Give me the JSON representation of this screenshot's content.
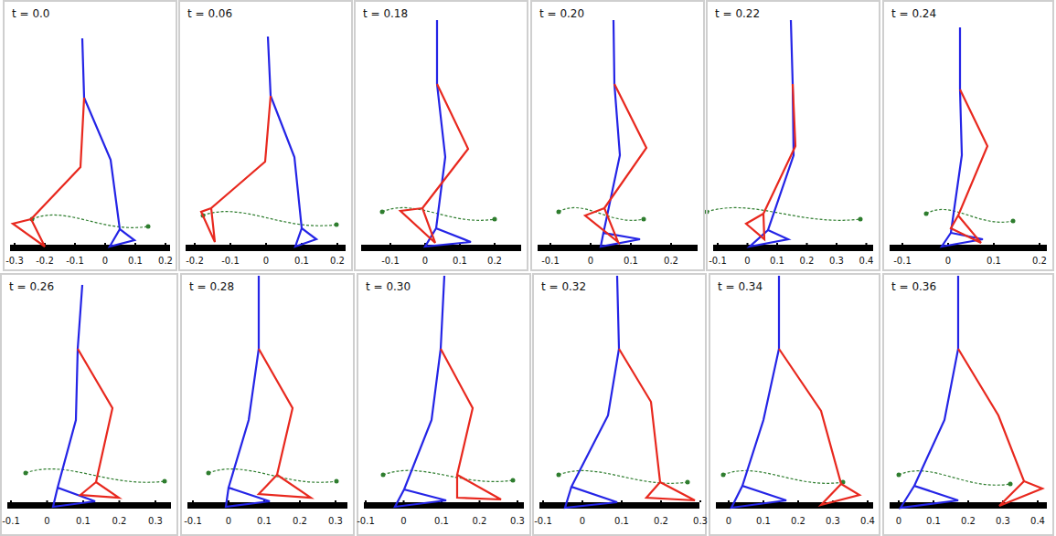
{
  "diagram": {
    "labels": [
      "t = 0.0",
      "-0.3",
      "-0.2",
      "-0.1",
      "0",
      "0.1",
      "0.2",
      "t = 0.06",
      "-0.2",
      "-0.1",
      "0",
      "0.1",
      "0.2",
      "t = 0.18",
      "-0.1",
      "0",
      "0.1",
      "0.2",
      "t = 0.20",
      "-0.1",
      "0",
      "0.1",
      "0.2",
      "t = 0.22",
      "-0.1",
      "0",
      "0.1",
      "0.2",
      "0.3",
      "0.4",
      "t = 0.24",
      "-0.1",
      "0",
      "0.1",
      "0.2",
      "t = 0.26",
      "-0.1",
      "0",
      "0.1",
      "0.2",
      "0.3",
      "t = 0.28",
      "-0.1",
      "0",
      "0.1",
      "0.2",
      "0.3",
      "t = 0.30",
      "-0.1",
      "0",
      "0.1",
      "0.2",
      "0.3",
      "t = 0.32",
      "-0.1",
      "0",
      "0.1",
      "0.2",
      "0.3",
      "t = 0.34",
      "0",
      "0.1",
      "0.2",
      "0.3",
      "0.4",
      "t = 0.36",
      "0",
      "0.1",
      "0.2",
      "0.3",
      "0.4"
    ]
  }
}
